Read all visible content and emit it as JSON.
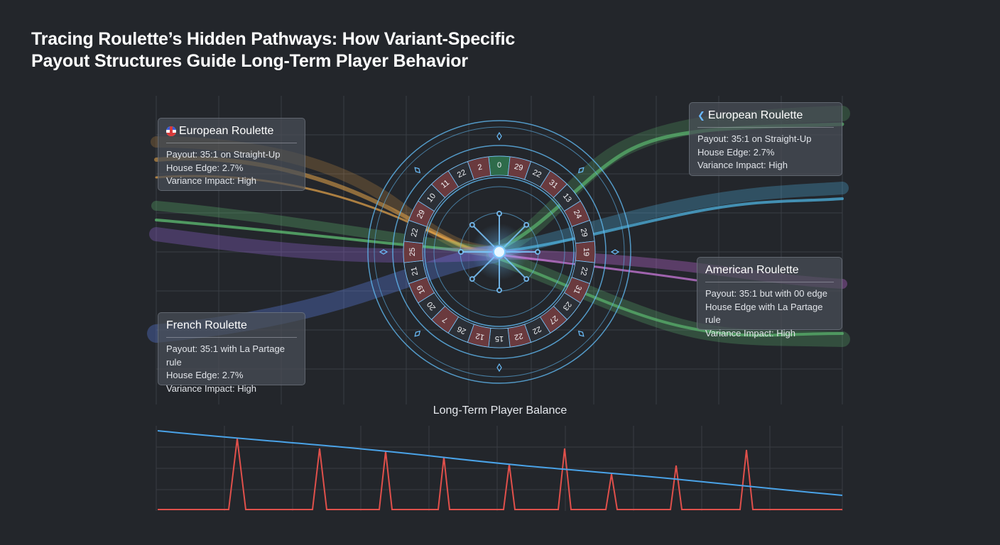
{
  "title": {
    "line1": "Tracing Roulette’s Hidden Pathways: How Variant-Specific",
    "line2": "Payout Structures Guide Long-Term Player Behavior"
  },
  "cards": [
    {
      "id": "european-left",
      "icon": "flag-icon",
      "title": "European Roulette",
      "lines": [
        "Payout: 35:1 on Straight-Up",
        "House Edge: 2.7%",
        "Variance Impact: High"
      ]
    },
    {
      "id": "european-right",
      "icon": "chevron-left-icon",
      "title": "European Roulette",
      "lines": [
        "Payout: 35:1 on Straight-Up",
        "House Edge: 2.7%",
        "Variance Impact: High"
      ]
    },
    {
      "id": "american",
      "icon": "",
      "title": "American Roulette",
      "lines": [
        "Payout: 35:1 but with 00 edge",
        "House Edge with La Partage rule",
        "Variance Impact: High"
      ]
    },
    {
      "id": "french",
      "icon": "",
      "title": "French Roulette",
      "lines": [
        "Payout: 35:1 with La Partage rule",
        "House Edge: 2.7%",
        "Variance Impact: High"
      ]
    }
  ],
  "wheel_numbers": [
    "0",
    "29",
    "22",
    "31",
    "13",
    "24",
    "29",
    "19",
    "22",
    "31",
    "23",
    "27",
    "22",
    "22",
    "15",
    "12",
    "26",
    "7",
    "20",
    "19",
    "21",
    "25",
    "22",
    "29",
    "10",
    "11",
    "22",
    "2"
  ],
  "balance_chart": {
    "title": "Long-Term Player Balance",
    "colors": {
      "balance": "#4aa3e8",
      "spikes": "#e0504b"
    }
  },
  "colors": {
    "background": "#23262b",
    "orange": "#e7a54b",
    "green": "#63c978",
    "blue": "#4fb3e0",
    "purple": "#9b6be0",
    "wheel": "#5fb8f0"
  }
}
